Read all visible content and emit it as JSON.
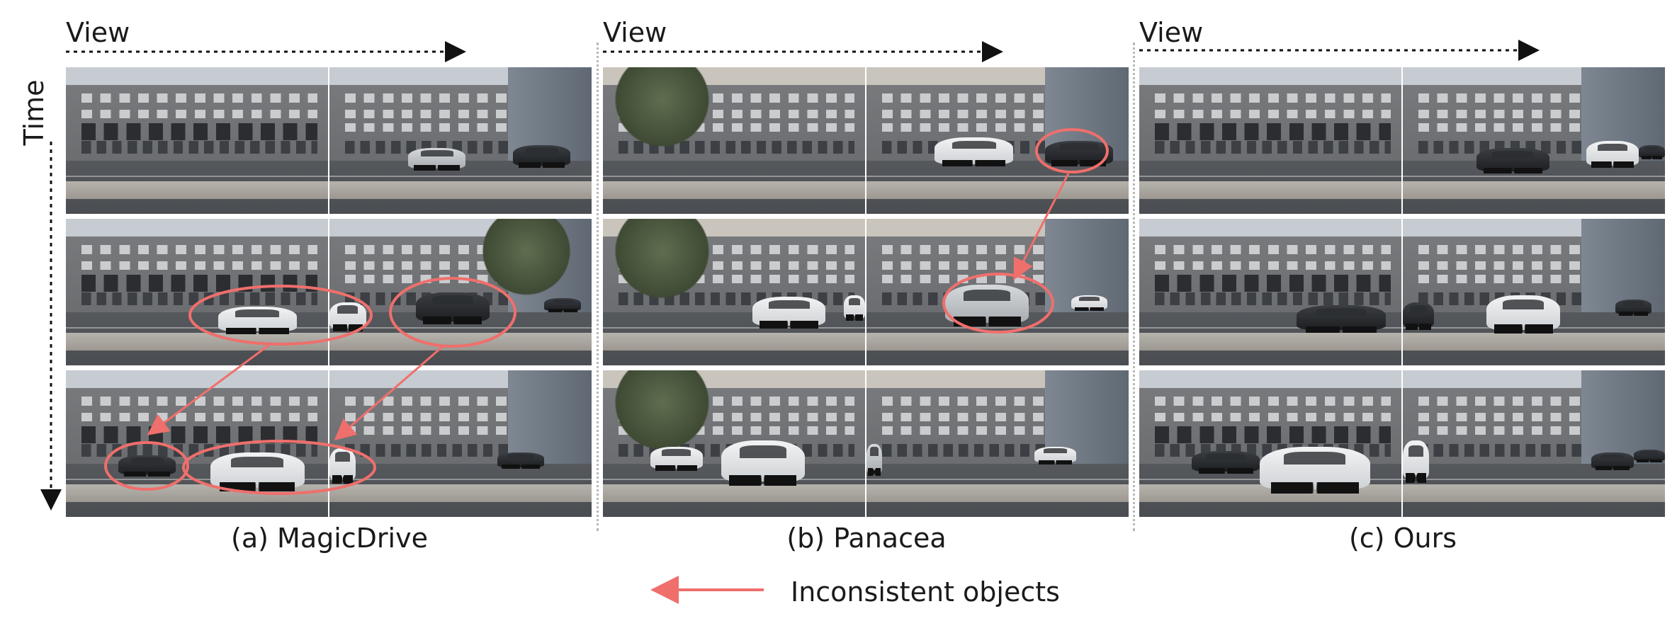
{
  "header": {
    "view_label": "View",
    "time_label": "Time"
  },
  "panels": [
    {
      "caption": "(a) MagicDrive"
    },
    {
      "caption": "(b) Panacea"
    },
    {
      "caption": "(c) Ours"
    }
  ],
  "legend": {
    "label": "Inconsistent objects"
  },
  "colors": {
    "annotation": "#ef6f6c",
    "arrow": "#111111",
    "divider": "#b9b9b9"
  }
}
